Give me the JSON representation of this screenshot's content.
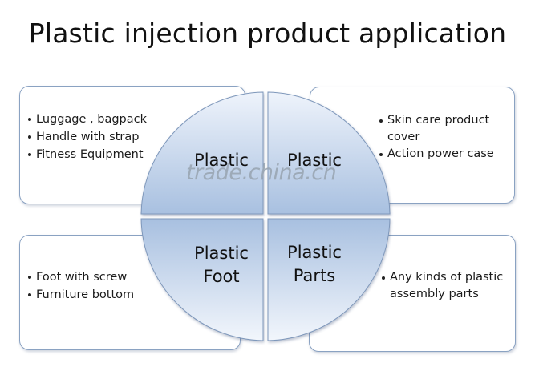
{
  "title": "Plastic injection product application",
  "watermark": "trade.china.cn",
  "colors": {
    "quadrant_fill_light": "#eef3fb",
    "quadrant_fill_dark": "#a8c0e0",
    "box_border": "#8aa2c2"
  },
  "quadrants": {
    "top_left": {
      "line1": "Plastic",
      "line2": ""
    },
    "top_right": {
      "line1": "Plastic",
      "line2": ""
    },
    "bottom_left": {
      "line1": "Plastic",
      "line2": "Foot"
    },
    "bottom_right": {
      "line1": "Plastic",
      "line2": "Parts"
    }
  },
  "boxes": {
    "top_left": [
      "Luggage , bagpack",
      "Handle with strap",
      "Fitness Equipment"
    ],
    "top_right": [
      "Skin care product cover",
      "Action power case"
    ],
    "bottom_left": [
      "Foot with screw",
      "Furniture bottom"
    ],
    "bottom_right": [
      "Any kinds of plastic assembly parts"
    ]
  }
}
